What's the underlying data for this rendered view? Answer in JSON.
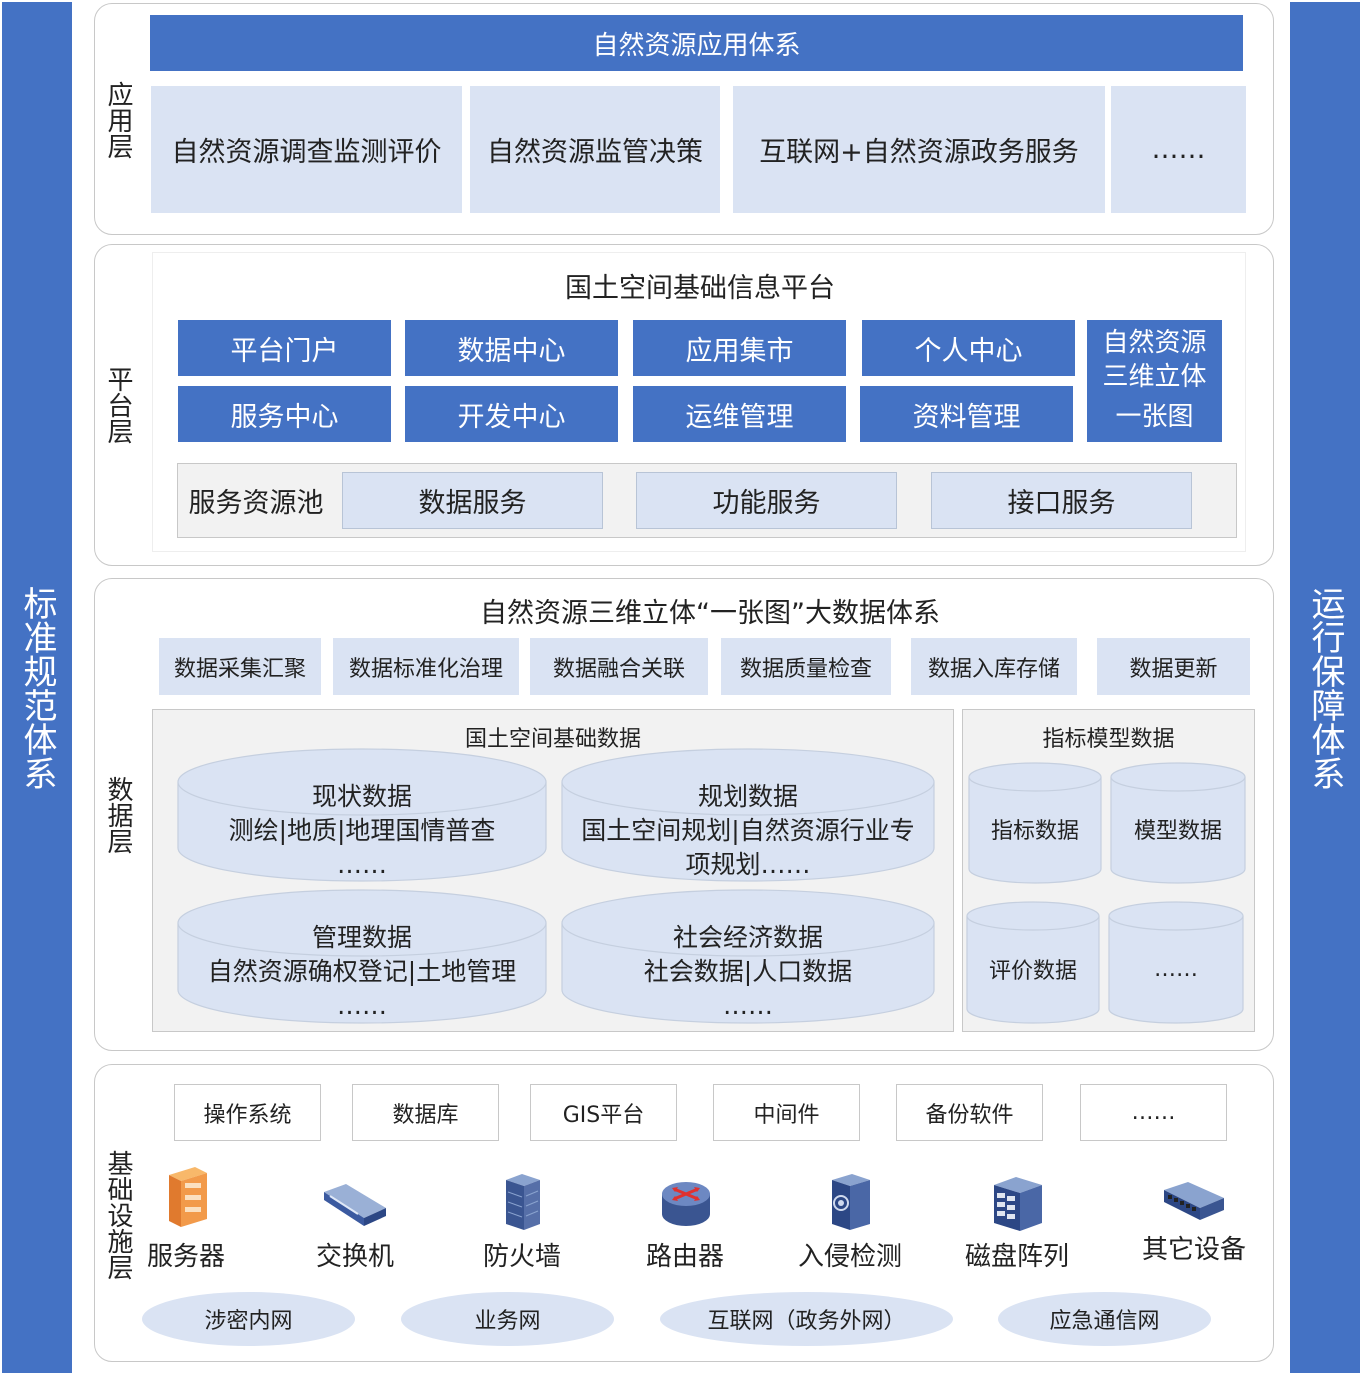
{
  "sides": {
    "left": "标准规范体系",
    "right": "运行保障体系"
  },
  "app_layer": {
    "label": "应用层",
    "banner": "自然资源应用体系",
    "items": [
      "自然资源调查监测评价",
      "自然资源监管决策",
      "互联网+自然资源政务服务",
      "……"
    ]
  },
  "platform_layer": {
    "label": "平台层",
    "title": "国土空间基础信息平台",
    "row1": [
      "平台门户",
      "数据中心",
      "应用集市",
      "个人中心"
    ],
    "row2": [
      "服务中心",
      "开发中心",
      "运维管理",
      "资料管理"
    ],
    "big_box": [
      "自然资源",
      "三维立体",
      "一张图"
    ],
    "pool_label": "服务资源池",
    "pool": [
      "数据服务",
      "功能服务",
      "接口服务"
    ]
  },
  "data_layer": {
    "label": "数据层",
    "title": "自然资源三维立体“一张图”大数据体系",
    "processes": [
      "数据采集汇聚",
      "数据标准化治理",
      "数据融合关联",
      "数据质量检查",
      "数据入库存储",
      "数据更新"
    ],
    "base_title": "国土空间基础数据",
    "base": [
      {
        "name": "现状数据",
        "sub": "测绘|地质|地理国情普查",
        "more": "……"
      },
      {
        "name": "规划数据",
        "sub": "国土空间规划|自然资源行业专",
        "sub2": "项规划……"
      },
      {
        "name": "管理数据",
        "sub": "自然资源确权登记|土地管理",
        "more": "……"
      },
      {
        "name": "社会经济数据",
        "sub": "社会数据|人口数据",
        "more": "……"
      }
    ],
    "index_title": "指标模型数据",
    "index": [
      "指标数据",
      "模型数据",
      "评价数据",
      "……"
    ]
  },
  "infra_layer": {
    "label": "基础设施层",
    "software": [
      "操作系统",
      "数据库",
      "GIS平台",
      "中间件",
      "备份软件",
      "……"
    ],
    "devices": [
      {
        "label": "服务器",
        "icon": "server-icon"
      },
      {
        "label": "交换机",
        "icon": "switch-icon"
      },
      {
        "label": "防火墙",
        "icon": "firewall-icon"
      },
      {
        "label": "路由器",
        "icon": "router-icon"
      },
      {
        "label": "入侵检测",
        "icon": "ids-icon"
      },
      {
        "label": "磁盘阵列",
        "icon": "disk-array-icon"
      },
      {
        "label": "其它设备",
        "icon": "other-device-icon"
      }
    ],
    "networks": [
      "涉密内网",
      "业务网",
      "互联网（政务外网）",
      "应急通信网"
    ]
  },
  "colors": {
    "accent": "#4472c4",
    "light": "#dae3f3",
    "panel": "#f2f2f2"
  }
}
